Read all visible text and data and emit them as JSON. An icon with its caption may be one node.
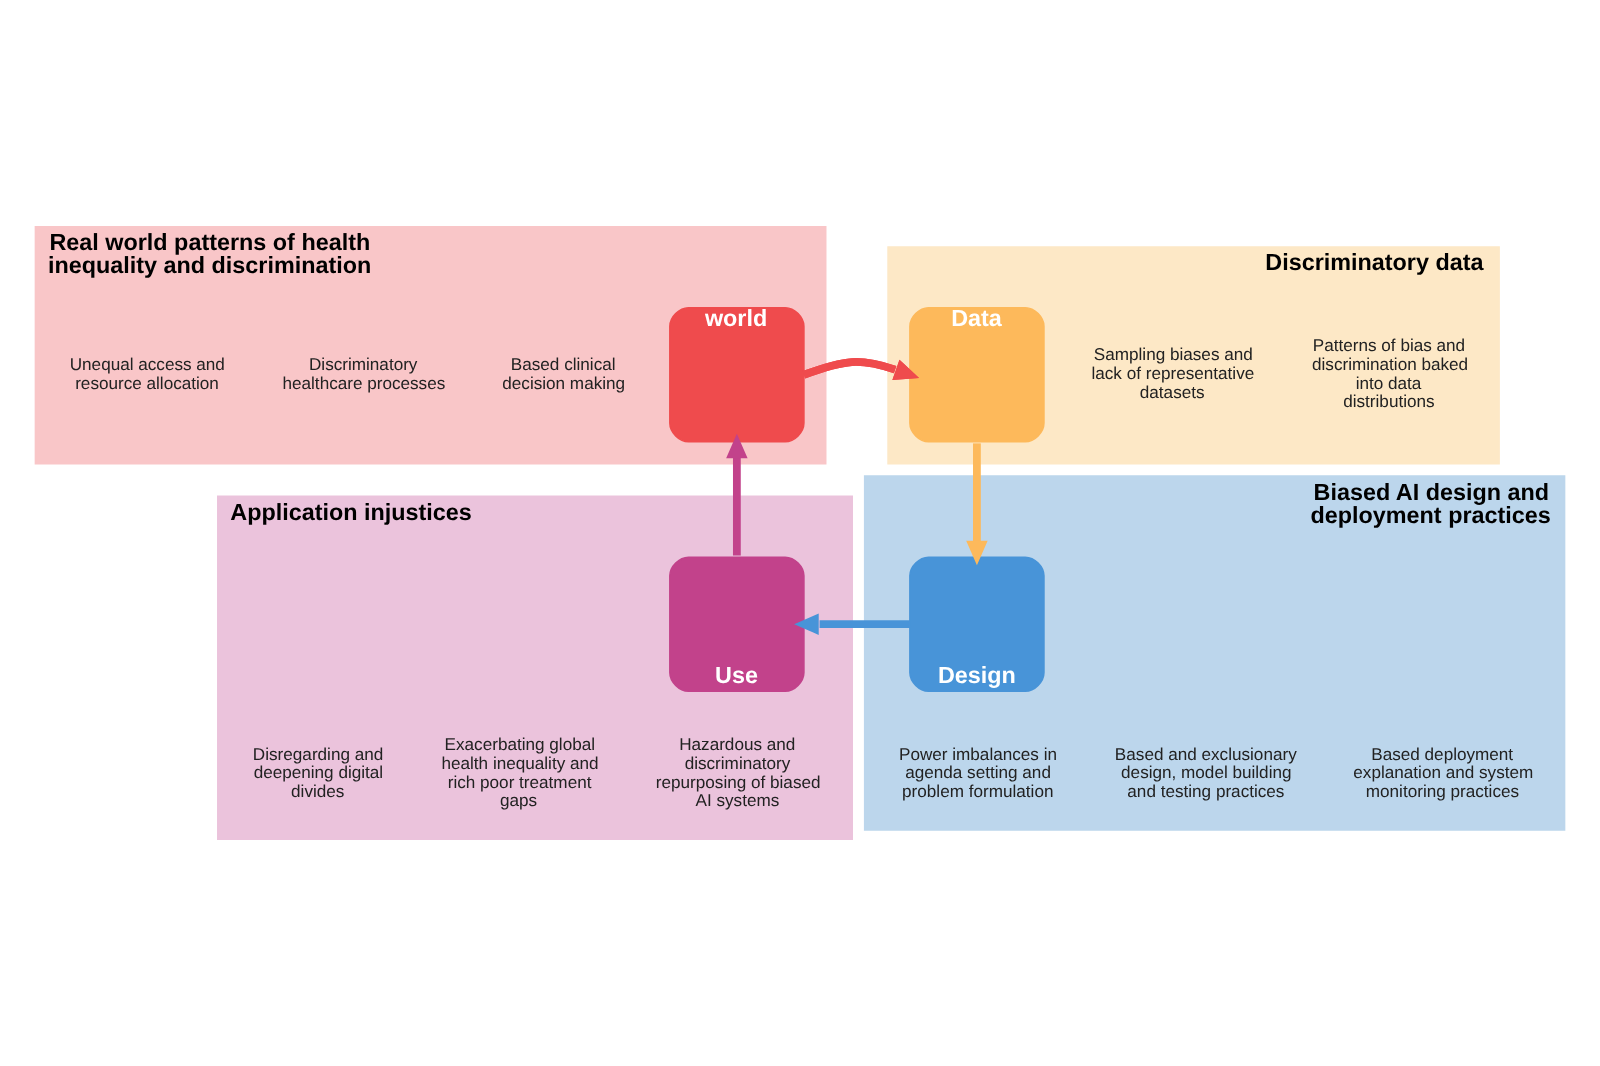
{
  "diagram": {
    "nodes": [
      {
        "text": [
          "Real world patterns of health inequality and discrimination"
        ]
      },
      {
        "text": [
          "Unequal access and resource allocation"
        ],
        "in": 0
      },
      {
        "text": [
          "Discriminatory healthcare processes"
        ],
        "in": 0
      },
      {
        "text": [
          "Based clinical decision making"
        ],
        "in": 0
      },
      {
        "text": [
          "world"
        ],
        "in": 0
      },
      {
        "text": [
          "Discriminatory data"
        ]
      },
      {
        "text": [
          "Data"
        ],
        "in": 5
      },
      {
        "text": [
          "Sampling biases and lack of representative datasets"
        ],
        "in": 5
      },
      {
        "text": [
          "Patterns of bias and discrimination baked into data distributions"
        ],
        "in": 5
      },
      {
        "text": [
          "Application injustices"
        ]
      },
      {
        "text": [
          "Use"
        ],
        "in": 9
      },
      {
        "text": [
          "Disregarding and deepening digital divides"
        ],
        "in": 9
      },
      {
        "text": [
          "Exacerbating global health inequality and rich poor treatment gaps"
        ],
        "in": 9
      },
      {
        "text": [
          "Hazardous and discriminatory repurposing of biased AI systems"
        ],
        "in": 9
      },
      {
        "text": [
          "Biased AI design and deployment practices"
        ]
      },
      {
        "text": [
          "Design"
        ],
        "in": 14
      },
      {
        "text": [
          "Power imbalances in agenda setting and problem formulation"
        ],
        "in": 14
      },
      {
        "text": [
          "Based and exclusionary design, model building and testing practices"
        ],
        "in": 14
      },
      {
        "text": [
          "Based deployment explanation and system monitoring practices"
        ],
        "in": 14
      }
    ],
    "edges": [
      {
        "from": 4,
        "to": 6,
        "arrow": "to",
        "color": "#ef4b4d"
      },
      {
        "from": 6,
        "to": 15,
        "arrow": "to",
        "color": "#fdb95b"
      },
      {
        "from": 15,
        "to": 10,
        "arrow": "to",
        "color": "#4894d8"
      },
      {
        "from": 10,
        "to": 4,
        "arrow": "to",
        "color": "#c2428b"
      }
    ]
  }
}
